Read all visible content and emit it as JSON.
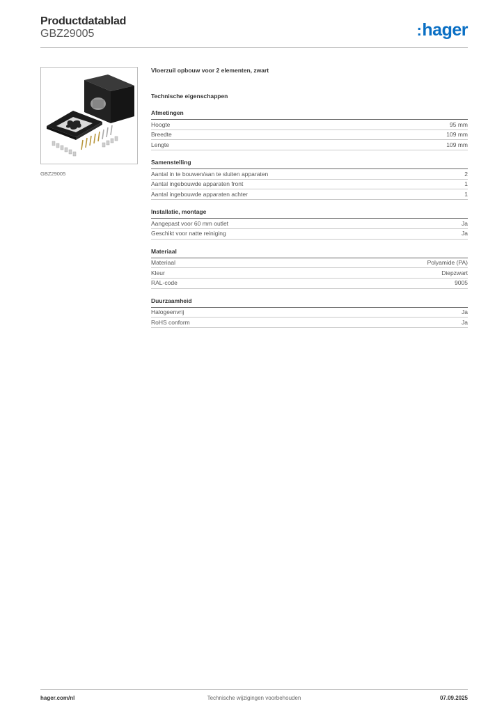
{
  "header": {
    "title": "Productdatablad",
    "subtitle": "GBZ29005",
    "logo_text": "hager",
    "logo_color": "#0a6fc4"
  },
  "image": {
    "caption": "GBZ29005",
    "icon": "product-photo"
  },
  "product": {
    "description": "Vloerzuil opbouw voor 2 elementen, zwart",
    "section_title": "Technische eigenschappen"
  },
  "groups": [
    {
      "title": "Afmetingen",
      "rows": [
        {
          "label": "Hoogte",
          "value": "95 mm"
        },
        {
          "label": "Breedte",
          "value": "109 mm"
        },
        {
          "label": "Lengte",
          "value": "109 mm"
        }
      ]
    },
    {
      "title": "Samenstelling",
      "rows": [
        {
          "label": "Aantal in te bouwen/aan te sluiten apparaten",
          "value": "2"
        },
        {
          "label": "Aantal ingebouwde apparaten front",
          "value": "1"
        },
        {
          "label": "Aantal ingebouwde apparaten achter",
          "value": "1"
        }
      ]
    },
    {
      "title": "Installatie, montage",
      "rows": [
        {
          "label": "Aangepast voor 60 mm outlet",
          "value": "Ja"
        },
        {
          "label": "Geschikt voor natte reiniging",
          "value": "Ja"
        }
      ]
    },
    {
      "title": "Materiaal",
      "rows": [
        {
          "label": "Materiaal",
          "value": "Polyamide (PA)"
        },
        {
          "label": "Kleur",
          "value": "Diepzwart"
        },
        {
          "label": "RAL-code",
          "value": "9005"
        }
      ]
    },
    {
      "title": "Duurzaamheid",
      "rows": [
        {
          "label": "Halogeenvrij",
          "value": "Ja"
        },
        {
          "label": "RoHS conform",
          "value": "Ja"
        }
      ]
    }
  ],
  "footer": {
    "left": "hager.com/nl",
    "center": "Technische wijzigingen voorbehouden",
    "right": "07.09.2025"
  }
}
